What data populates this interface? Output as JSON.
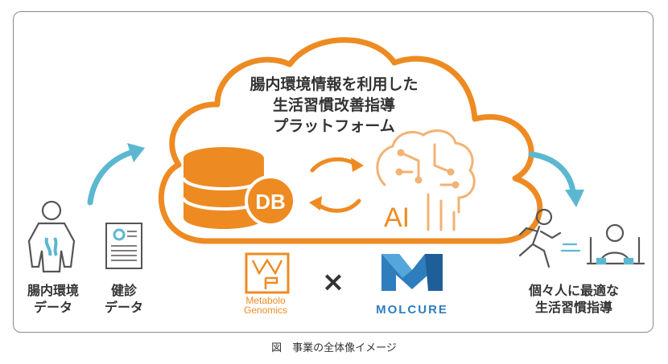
{
  "cloud": {
    "title_lines": [
      "腸内環境情報を利用した",
      "生活習慣改善指導",
      "プラットフォーム"
    ],
    "db_label": "DB",
    "ai_label": "AI"
  },
  "left": {
    "label1_lines": [
      "腸内環境",
      "データ"
    ],
    "label2_lines": [
      "健診",
      "データ"
    ]
  },
  "right": {
    "label_lines": [
      "個々人に最適な",
      "生活習慣指導"
    ]
  },
  "logos": {
    "metabolo_line1": "Metabolo",
    "metabolo_line2": "Genomics",
    "times": "×",
    "molcure": "MOLCURE"
  },
  "caption": "図　事業の全体像イメージ",
  "colors": {
    "orange": "#ED8B22",
    "blue": "#5BB8D0",
    "dark": "#333333",
    "molcure_blue": "#2E7DBD",
    "gray": "#8C8C8C"
  }
}
